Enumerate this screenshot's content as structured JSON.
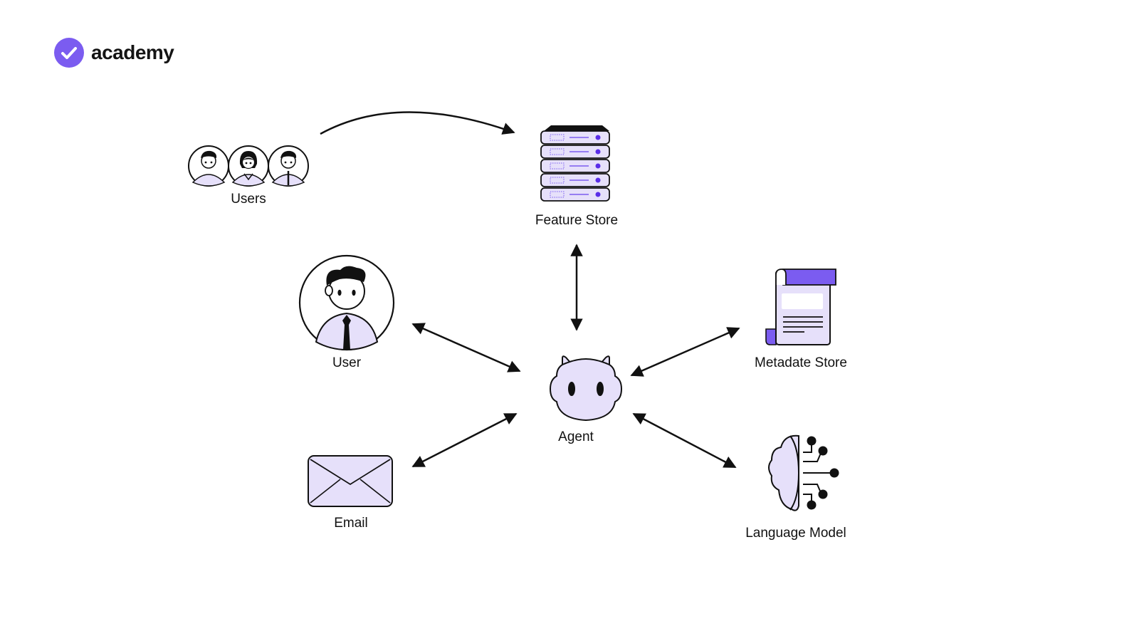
{
  "brand": {
    "name": "academy",
    "color": "#7B5CF0"
  },
  "nodes": {
    "users": "Users",
    "feature_store": "Feature Store",
    "user": "User",
    "metadata_store": "Metadate Store",
    "agent": "Agent",
    "email": "Email",
    "language_model": "Language Model"
  },
  "colors": {
    "fill_light": "#E6E0FA",
    "accent": "#7B5CF0",
    "stroke": "#111111"
  },
  "icons": {
    "users": "people-group-icon",
    "feature_store": "server-rack-icon",
    "user": "person-with-tie-icon",
    "metadata_store": "document-scroll-icon",
    "agent": "robot-face-icon",
    "email": "envelope-icon",
    "language_model": "brain-network-icon"
  }
}
